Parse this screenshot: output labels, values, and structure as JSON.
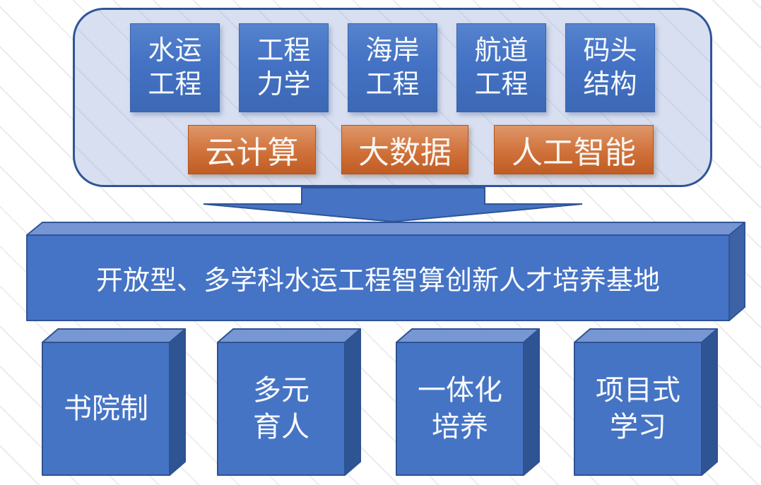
{
  "colors": {
    "blue_fill": "#4472C4",
    "blue_top_face": "#7795D3",
    "blue_right_face_bar": "#3D63A6",
    "blue_right_face_cube": "#2F5494",
    "outline_navy": "#2F5597",
    "panel_fill": "#D8DFF0",
    "orange_fill": "#C9672E",
    "background_stripe": "#ECECEC"
  },
  "panel": {
    "discipline_boxes": [
      {
        "line1": "水运",
        "line2": "工程"
      },
      {
        "line1": "工程",
        "line2": "力学"
      },
      {
        "line1": "海岸",
        "line2": "工程"
      },
      {
        "line1": "航道",
        "line2": "工程"
      },
      {
        "line1": "码头",
        "line2": "结构"
      }
    ],
    "tech_boxes": [
      {
        "label": "云计算"
      },
      {
        "label": "大数据"
      },
      {
        "label": "人工智能"
      }
    ]
  },
  "arrow": {
    "direction": "down"
  },
  "base_bar": {
    "label": "开放型、多学科水运工程智算创新人才培养基地"
  },
  "pillars": [
    {
      "line1": "书院制",
      "line2": ""
    },
    {
      "line1": "多元",
      "line2": "育人"
    },
    {
      "line1": "一体化",
      "line2": "培养"
    },
    {
      "line1": "项目式",
      "line2": "学习"
    }
  ]
}
